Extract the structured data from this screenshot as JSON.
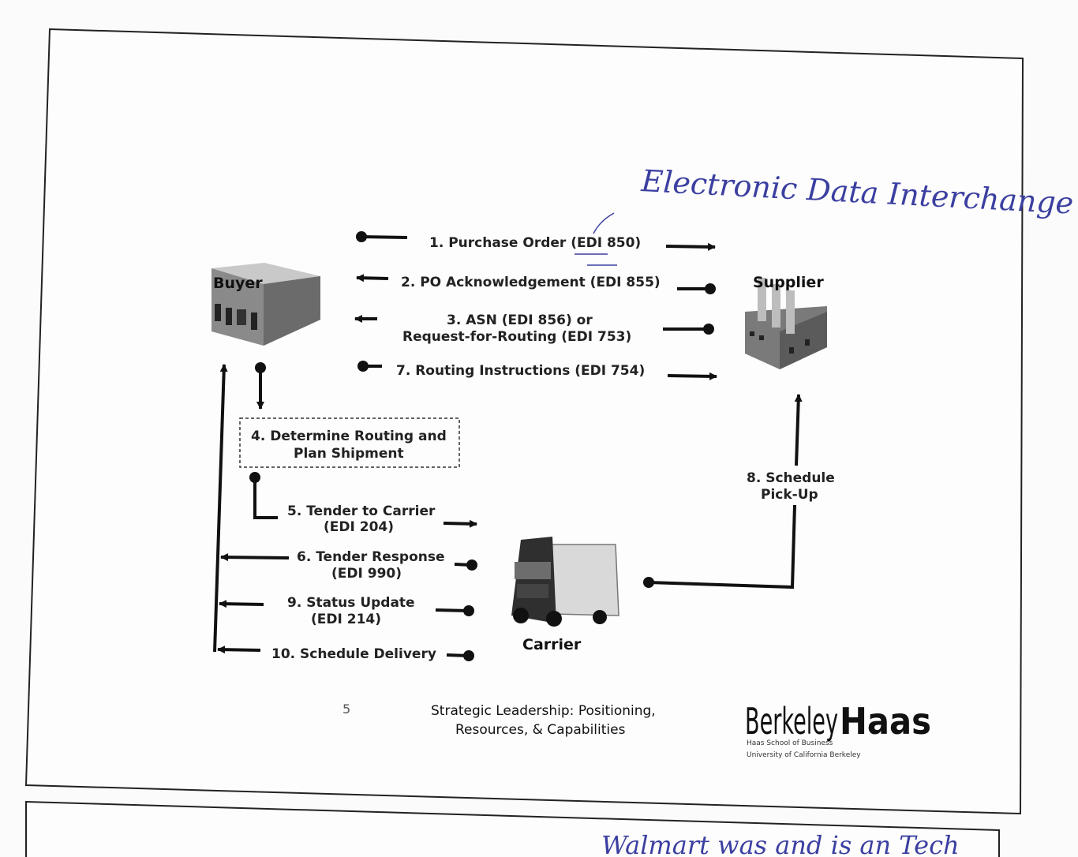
{
  "handwritten_title": "Electronic Data Interchange",
  "handwritten_bottom": "Walmart was and is an Tech",
  "entities": {
    "buyer": "Buyer",
    "supplier": "Supplier",
    "carrier": "Carrier"
  },
  "steps": {
    "s1": "1. Purchase Order (EDI 850)",
    "s2": "2. PO Acknowledgement (EDI 855)",
    "s3_line1": "3. ASN (EDI 856) or",
    "s3_line2": "Request-for-Routing (EDI 753)",
    "s4_line1": "4. Determine Routing and",
    "s4_line2": "Plan Shipment",
    "s5_line1": "5. Tender to Carrier",
    "s5_line2": "(EDI 204)",
    "s6_line1": "6. Tender Response",
    "s6_line2": "(EDI 990)",
    "s7": "7. Routing Instructions (EDI 754)",
    "s8_line1": "8. Schedule",
    "s8_line2": "Pick-Up",
    "s9_line1": "9. Status Update",
    "s9_line2": "(EDI 214)",
    "s10": "10. Schedule Delivery"
  },
  "footer": {
    "page_number": "5",
    "course_line1": "Strategic Leadership: Positioning,",
    "course_line2": "Resources, & Capabilities",
    "logo_berkeley": "Berkeley",
    "logo_haas": "Haas",
    "logo_sub1": "Haas School of Business",
    "logo_sub2": "University of California Berkeley"
  }
}
